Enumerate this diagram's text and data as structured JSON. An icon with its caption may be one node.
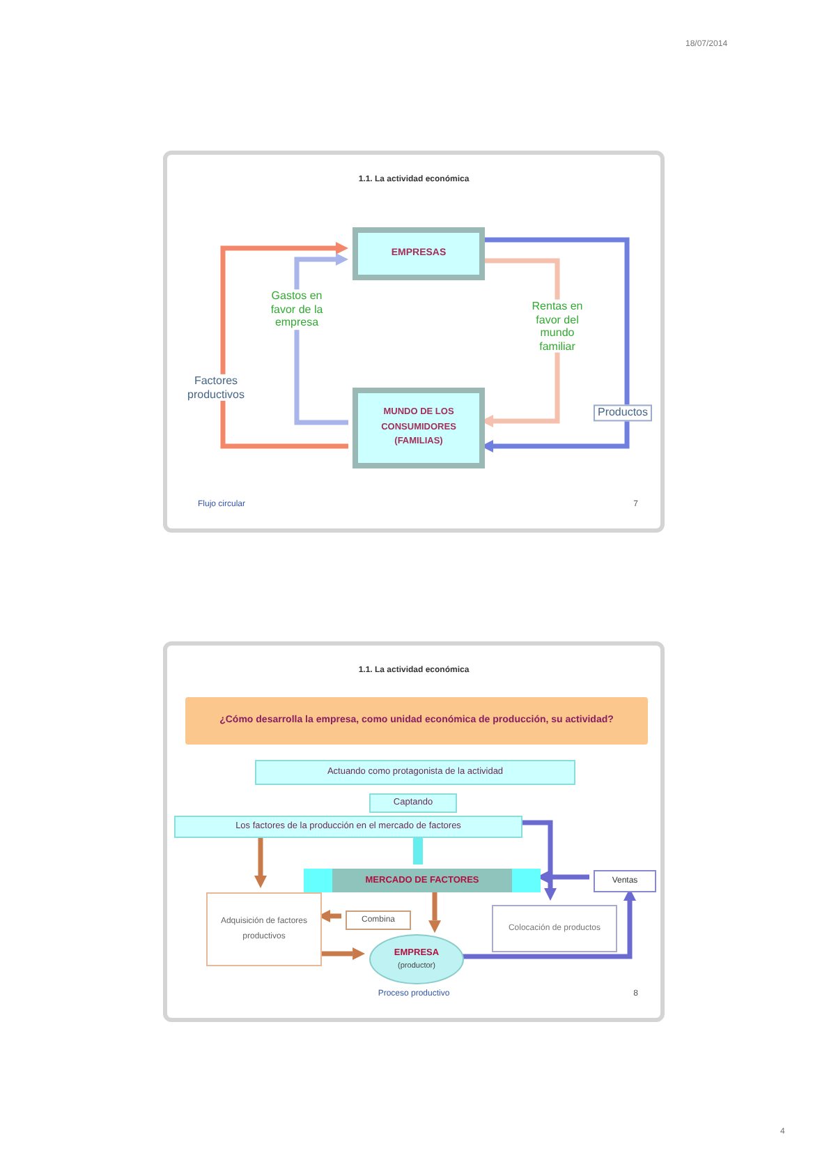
{
  "diagram": {
    "nodes": [
      {
        "text": [
          "1.1. La actividad económica",
          "Flujo circular",
          "7"
        ]
      },
      {
        "text": [
          "EMPRESAS"
        ],
        "in": 0
      },
      {
        "text": [
          "MUNDO DE LOS CONSUMIDORES (FAMILIAS)"
        ],
        "in": 0
      },
      {
        "text": [
          "1.1. La actividad económica",
          "Proceso productivo",
          "8"
        ]
      },
      {
        "text": [
          "¿Cómo desarrolla la empresa, como unidad económica de producción, su actividad?"
        ],
        "in": 3
      },
      {
        "text": [
          "Actuando como protagonista de la actividad"
        ],
        "in": 3
      },
      {
        "text": [
          "Captando"
        ],
        "in": 3
      },
      {
        "text": [
          "Los factores de la producción en el mercado de factores"
        ],
        "in": 3
      },
      {
        "text": [
          "MERCADO DE FACTORES"
        ],
        "in": 3
      },
      {
        "text": [
          "Ventas"
        ],
        "in": 3
      },
      {
        "text": [
          "Adquisición de factores productivos"
        ],
        "in": 3
      },
      {
        "text": [
          "Combina"
        ],
        "in": 3
      },
      {
        "text": [
          "Colocación de productos"
        ],
        "in": 3
      },
      {
        "text": [
          "EMPRESA",
          "(productor)"
        ],
        "in": 3
      }
    ],
    "edges": [
      {
        "from": 2,
        "to": 1,
        "arrow": "to",
        "label": "Factores productivos",
        "color": "#f4876a"
      },
      {
        "from": 2,
        "to": 1,
        "arrow": "to",
        "label": "Gastos en favor de la empresa",
        "color": "#a8b4ea"
      },
      {
        "from": 1,
        "to": 2,
        "arrow": "to",
        "label": "Productos",
        "color": "#6f7fe0"
      },
      {
        "from": 1,
        "to": 2,
        "arrow": "to",
        "label": "Rentas en favor del mundo familiar",
        "color": "#f6c0ae"
      },
      {
        "from": 7,
        "to": 10,
        "arrow": "to",
        "color": "#c87a4a"
      },
      {
        "from": 8,
        "to": 13,
        "arrow": "to",
        "color": "#c87a4a"
      },
      {
        "from": 11,
        "to": 10,
        "arrow": "to",
        "color": "#c87a4a"
      },
      {
        "from": 10,
        "to": 13,
        "arrow": "to",
        "color": "#c87a4a"
      },
      {
        "from": 7,
        "to": 12,
        "arrow": "to",
        "color": "#6a6ad0"
      },
      {
        "from": 13,
        "to": 9,
        "arrow": "to",
        "color": "#6a6ad0"
      },
      {
        "from": 9,
        "to": 8,
        "arrow": "to",
        "color": "#6a6ad0"
      },
      {
        "from": 7,
        "to": 8,
        "arrow": "none",
        "style": "thick",
        "color": "#66eeee"
      }
    ],
    "labels": [
      "18/07/2014",
      "4"
    ]
  }
}
